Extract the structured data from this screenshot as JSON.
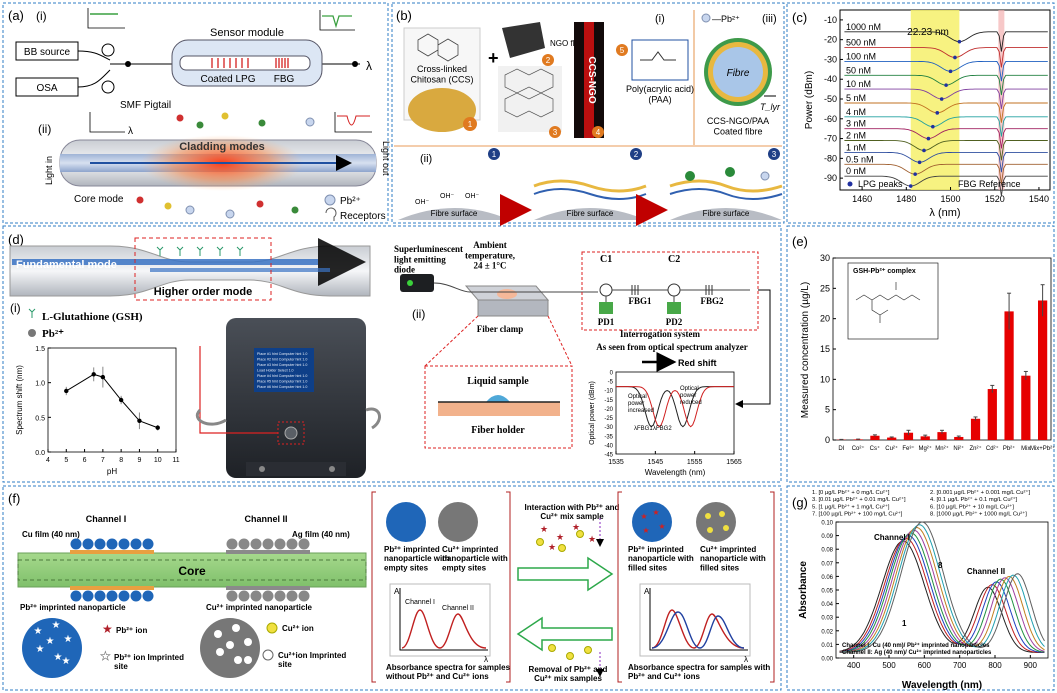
{
  "panels": {
    "a": {
      "letter": "(a)",
      "i": "(i)",
      "ii": "(ii)",
      "bb_source": "BB source",
      "osa": "OSA",
      "sensor_module": "Sensor module",
      "coated_lpg": "Coated LPG",
      "fbg": "FBG",
      "smf": "SMF Pigtail",
      "lambda": "λ",
      "cladding_modes": "Cladding modes",
      "core_mode": "Core mode",
      "light_in": "Light in",
      "light_out": "Light out",
      "pb": "Pb²⁺",
      "receptors": "Receptors"
    },
    "b": {
      "letter": "(b)",
      "i": "(i)",
      "ii": "(ii)",
      "iii": "(iii)",
      "ccs": "Cross-linked\nChitosan (CCS)",
      "ngo": "NGO flakes",
      "ccs_ngo": "CCS-NGO",
      "paa": "Poly(acrylic acid)\n(PAA)",
      "pb_legend": "—Pb²⁺",
      "fibre": "Fibre",
      "tlyr": "T_lyr",
      "coated": "CCS-NGO/PAA\nCoated fibre",
      "fibre_surface": "Fibre surface",
      "oh": "OH⁻",
      "steps": [
        "1",
        "2",
        "3",
        "4",
        "5"
      ]
    },
    "c": {
      "letter": "(c)",
      "ylabel": "Power (dBm)",
      "xlabel": "λ (nm)",
      "highlight": "22.23 nm",
      "lpg_peaks": "LPG peaks",
      "fbg_ref": "FBG Reference",
      "levels": [
        "1000 nM",
        "500 nM",
        "100 nM",
        "50 nM",
        "10 nM",
        "5 nM",
        "4 nM",
        "3 nM",
        "2 nM",
        "1 nM",
        "0.5 nM",
        "0 nM"
      ]
    },
    "d": {
      "letter": "(d)",
      "i": "(i)",
      "ii": "(ii)",
      "fundamental": "Fundamental mode",
      "higher": "Higher order mode",
      "gsh": "L-Glutathione (GSH)",
      "pb": "Pb²⁺",
      "sled": "Superluminescent\nlight emitting\ndiode",
      "ambient": "Ambient\ntemperature,\n24 ± 1°C",
      "fiber_clamp": "Fiber clamp",
      "liquid": "Liquid sample",
      "holder": "Fiber holder",
      "c1": "C1",
      "c2": "C2",
      "fbg1": "FBG1",
      "fbg2": "FBG2",
      "pd1": "PD1",
      "pd2": "PD2",
      "interrogation": "Interrogation system",
      "osa_title": "As seen from optical spectrum analyzer",
      "red_shift": "Red shift",
      "opi": "Optical\npower\nincreased",
      "opr": "Optical\npower\nreduced",
      "lfbg1": "λFBG1",
      "lfbg2": "λFBG2",
      "osa_ylabel": "Optical power (dBm)",
      "osa_xlabel": "Wavelength (nm)",
      "screen_rows": [
        "Place #1 hint Computer hint 1.0",
        "Place #2 hint Computer hint 1.0",
        "Place #3 hint Computer hint 1.0",
        "Load Holder Select 1.0",
        "Place #4 hint Computer hint 1.0",
        "Place #5 hint Computer hint 1.0",
        "Place #6 hint Computer hint 1.0"
      ]
    },
    "e": {
      "letter": "(e)",
      "ylabel": "Measured concentration (µg/L)",
      "inset": "GSH-Pb²⁺ complex"
    },
    "f": {
      "letter": "(f)",
      "ch1": "Channel I",
      "ch2": "Channel II",
      "cu_film": "Cu film (40 nm)",
      "ag_film": "Ag film (40 nm)",
      "core": "Core",
      "pb_np": "Pb²⁺ imprinted nanoparticle",
      "cu_np": "Cu²⁺  imprinted nanoparticle",
      "pb_ion": "Pb²⁺ ion",
      "cu_ion": "Cu²⁺ ion",
      "pb_site": "Pb²⁺ ion Imprinted\nsite",
      "cu_site": "Cu²⁺ion Imprinted\nsite",
      "pb_empty": "Pb²⁺ imprinted\nnanoparticle with\nempty sites",
      "cu_empty": "Cu²⁺ imprinted\nnanoparticle with\nempty sites",
      "pb_filled": "Pb²⁺ imprinted\nnanoparticle with\nfilled sites",
      "cu_filled": "Cu²⁺ imprinted\nnanoparticle with\nfilled sites",
      "interaction": "Interaction with Pb²⁺ and\nCu²⁺ mix sample",
      "removal": "Removal of  Pb²⁺ and\nCu²⁺ mix samples",
      "spec_without": "Absorbance spectra for samples\nwithout Pb²⁺ and Cu²⁺ ions",
      "spec_with": "Absorbance spectra for samples with\nPb²⁺ and Cu²⁺ ions",
      "axis_a": "A",
      "axis_l": "λ"
    },
    "g": {
      "letter": "(g)",
      "ylabel": "Absorbance",
      "xlabel": "Wavelength (nm)",
      "ch1": "Channel I",
      "ch2": "Channel II",
      "n1": "1",
      "n8": "8",
      "footer": "Channel I: Cu (40 nm)/ Pb²⁺ imprinted nanoparticles\nChannel II: Ag (40 nm)/ Cu²⁺ imprinted nanoparticles",
      "legend": [
        "1. [0 µg/L Pb²⁺  + 0 mg/L Cu²⁺]",
        "2. [0.001 µg/L Pb²⁺  + 0.001 mg/L Cu²⁺]",
        "3. [0.01 µg/L Pb²⁺  + 0.01 mg/L Cu²⁺]",
        "4. [0.1 µg/L Pb²⁺  + 0.1 mg/L Cu²⁺]",
        "5. [1 µg/L Pb²⁺  + 1 mg/L Cu²⁺]",
        "6. [10 µg/L Pb²⁺  + 10 mg/L Cu²⁺]",
        "7. [100 µg/L Pb²⁺  + 100 mg/L Cu²⁺]",
        "8. [1000 µg/L Pb²⁺  + 1000 mg/L Cu²⁺]"
      ]
    }
  },
  "colors": {
    "border": "#2f7ec4",
    "accent_red": "#e60000",
    "fiber_blue": "#3a73c4",
    "core_green": "#8ccf7e",
    "highlight_yellow": "#f6f06b"
  },
  "chart_data": [
    {
      "id": "c",
      "type": "line",
      "xlabel": "λ (nm)",
      "ylabel": "Power (dBm)",
      "x_ticks": [
        1460,
        1480,
        1500,
        1520,
        1540
      ],
      "y_ticks": [
        -10,
        -20,
        -30,
        -40,
        -50,
        -60,
        -70,
        -80,
        -90
      ],
      "xlim": [
        1450,
        1545
      ],
      "ylim": [
        -96,
        -5
      ],
      "series_labels": [
        "1000 nM",
        "500 nM",
        "100 nM",
        "50 nM",
        "10 nM",
        "5 nM",
        "4 nM",
        "3 nM",
        "2 nM",
        "1 nM",
        "0.5 nM",
        "0 nM"
      ],
      "baseline_db": [
        -16,
        -24,
        -31,
        -38,
        -45,
        -52,
        -59,
        -65,
        -71,
        -77,
        -83,
        -89
      ],
      "lpg_dip_nm": [
        1504,
        1502,
        1500,
        1498,
        1496,
        1494,
        1492,
        1490,
        1488,
        1486,
        1484,
        1482
      ],
      "fbg_reference_nm": 1523,
      "highlight_range_nm": [
        1482,
        1504
      ]
    },
    {
      "id": "d_ph",
      "type": "line",
      "xlabel": "pH",
      "ylabel": "Spectrum shift (nm)",
      "x": [
        5,
        6.5,
        7,
        8,
        9,
        10
      ],
      "y": [
        0.88,
        1.12,
        1.08,
        0.75,
        0.45,
        0.35
      ],
      "err": [
        0.06,
        0.1,
        0.15,
        0.06,
        0.12,
        0.04
      ],
      "xlim": [
        4,
        11
      ],
      "ylim": [
        0,
        1.5
      ],
      "x_ticks": [
        4,
        5,
        6,
        7,
        8,
        9,
        10,
        11
      ],
      "y_ticks": [
        0,
        0.5,
        1.0,
        1.5
      ]
    },
    {
      "id": "d_osa",
      "type": "line",
      "xlabel": "Wavelength (nm)",
      "ylabel": "Optical power (dBm)",
      "xlim": [
        1535,
        1565
      ],
      "ylim": [
        -45,
        0
      ],
      "x_ticks": [
        1535,
        1545,
        1555,
        1565
      ],
      "y_ticks": [
        0,
        -5,
        -10,
        -15,
        -20,
        -25,
        -30,
        -35,
        -40,
        -45
      ]
    },
    {
      "id": "e",
      "type": "bar",
      "ylabel": "Measured concentration (µg/L)",
      "categories": [
        "DI",
        "Co²⁺",
        "Cs⁺",
        "Cu²⁺",
        "Fe³⁺",
        "Mg²⁺",
        "Mn²⁺",
        "Ni²⁺",
        "Zn²⁺",
        "Cd²⁺",
        "Pb²⁺",
        "Mix",
        "Mix+Pb²⁺"
      ],
      "values": [
        0.05,
        0.1,
        0.7,
        0.4,
        1.2,
        0.6,
        1.3,
        0.5,
        3.5,
        8.4,
        21.2,
        10.6,
        23.0
      ],
      "errors": [
        0.05,
        0.05,
        0.15,
        0.1,
        0.4,
        0.2,
        0.3,
        0.15,
        0.3,
        0.6,
        3.0,
        0.7,
        2.6
      ],
      "ylim": [
        0,
        30
      ],
      "y_ticks": [
        0,
        5,
        10,
        15,
        20,
        25,
        30
      ]
    },
    {
      "id": "g",
      "type": "line",
      "xlabel": "Wavelength (nm)",
      "ylabel": "Absorbance",
      "xlim": [
        350,
        950
      ],
      "ylim": [
        0,
        0.1
      ],
      "x_ticks": [
        400,
        500,
        600,
        700,
        800,
        900
      ],
      "y_ticks": [
        0.0,
        0.01,
        0.02,
        0.03,
        0.04,
        0.05,
        0.06,
        0.07,
        0.08,
        0.09,
        0.1
      ],
      "series": [
        {
          "name": "1",
          "peak1_nm": 540,
          "peak1_abs": 0.082,
          "peak2_nm": 780,
          "peak2_abs": 0.048
        },
        {
          "name": "2",
          "peak1_nm": 548,
          "peak1_abs": 0.084,
          "peak2_nm": 792,
          "peak2_abs": 0.05
        },
        {
          "name": "3",
          "peak1_nm": 555,
          "peak1_abs": 0.086,
          "peak2_nm": 804,
          "peak2_abs": 0.052
        },
        {
          "name": "4",
          "peak1_nm": 562,
          "peak1_abs": 0.088,
          "peak2_nm": 816,
          "peak2_abs": 0.054
        },
        {
          "name": "5",
          "peak1_nm": 570,
          "peak1_abs": 0.09,
          "peak2_nm": 828,
          "peak2_abs": 0.055
        },
        {
          "name": "6",
          "peak1_nm": 578,
          "peak1_abs": 0.092,
          "peak2_nm": 840,
          "peak2_abs": 0.056
        },
        {
          "name": "7",
          "peak1_nm": 586,
          "peak1_abs": 0.094,
          "peak2_nm": 852,
          "peak2_abs": 0.057
        },
        {
          "name": "8",
          "peak1_nm": 594,
          "peak1_abs": 0.096,
          "peak2_nm": 864,
          "peak2_abs": 0.058
        }
      ]
    }
  ]
}
